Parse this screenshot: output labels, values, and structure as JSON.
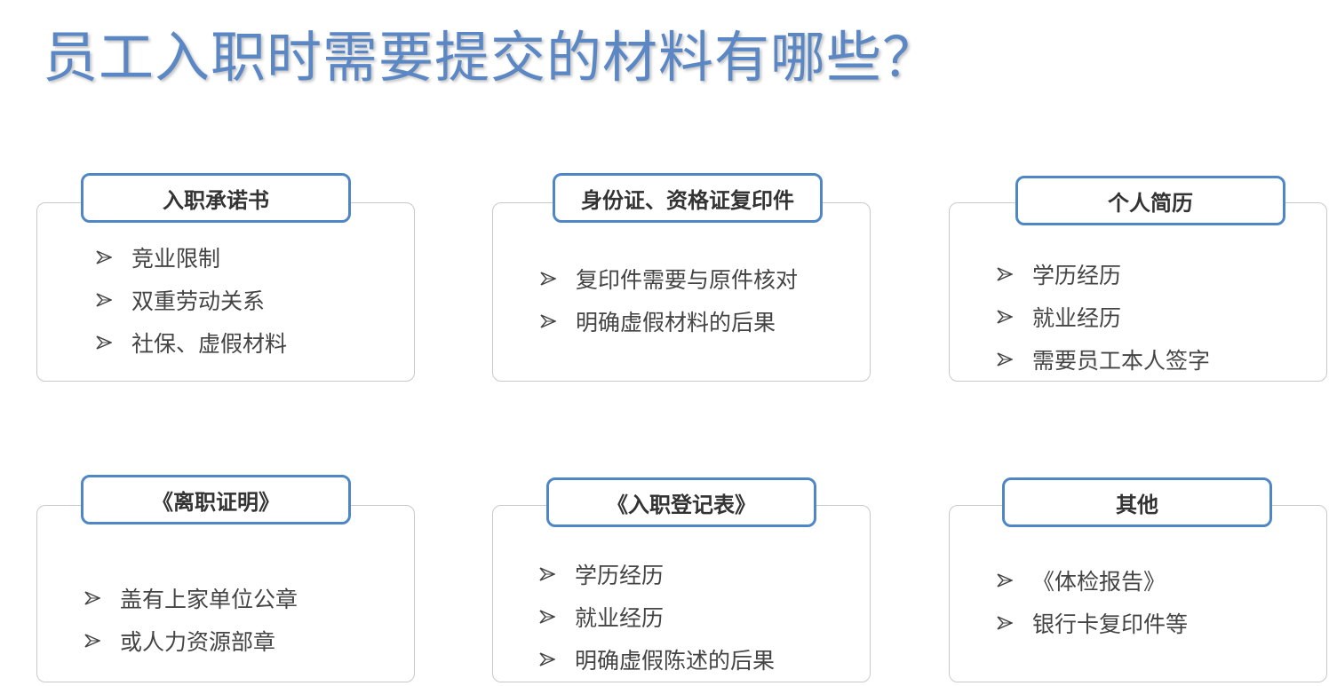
{
  "title": "员工入职时需要提交的材料有哪些？",
  "cards": [
    {
      "header": "入职承诺书",
      "items": [
        "竞业限制",
        "双重劳动关系",
        "社保、虚假材料"
      ]
    },
    {
      "header": "身份证、资格证复印件",
      "items": [
        "复印件需要与原件核对",
        "明确虚假材料的后果"
      ]
    },
    {
      "header": "个人简历",
      "items": [
        "学历经历",
        "就业经历",
        "需要员工本人签字"
      ]
    },
    {
      "header": "《离职证明》",
      "items": [
        "盖有上家单位公章",
        "或人力资源部章"
      ]
    },
    {
      "header": "《入职登记表》",
      "items": [
        "学历经历",
        "就业经历",
        "明确虚假陈述的后果"
      ]
    },
    {
      "header": "其他",
      "items": [
        "《体检报告》",
        "银行卡复印件等"
      ]
    }
  ],
  "icons": {
    "bullet": "arrowhead-bullet-icon"
  },
  "colors": {
    "title": "#5b87c5",
    "header_border": "#4f86c6",
    "card_border": "#c9c9c9",
    "text": "#444444"
  }
}
